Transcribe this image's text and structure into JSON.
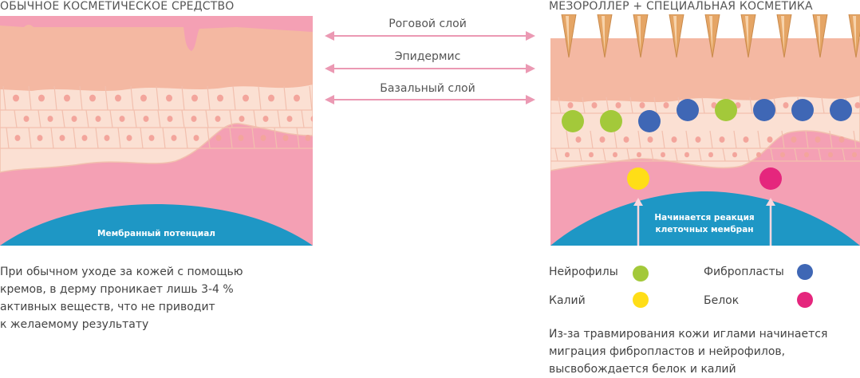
{
  "left": {
    "title": "ОБЫЧНОЕ КОСМЕТИЧЕСКОЕ СРЕДСТВО",
    "membrane_label": "Мембранный потенциал",
    "description": [
      "При обычном уходе за кожей с помощью",
      "кремов, в дерму проникает лишь 3-4 %",
      "активных веществ, что не приводит",
      "к желаемому результату"
    ]
  },
  "right": {
    "title": "МЕЗОРОЛЛЕР + СПЕЦИАЛЬНАЯ КОСМЕТИКА",
    "membrane_label": [
      "Начинается реакция",
      "клеточных мембран"
    ],
    "description": [
      "Из-за травмирования кожи иглами начинается",
      "миграция фибропластов и нейрофилов,",
      "высвобождается белок и калий"
    ]
  },
  "layers": [
    "Роговой слой",
    "Эпидермис",
    "Базальный слой"
  ],
  "legend": [
    {
      "label": "Нейрофилы",
      "color": "#a3c93a"
    },
    {
      "label": "Фибропласты",
      "color": "#3f67b5"
    },
    {
      "label": "Калий",
      "color": "#ffde17"
    },
    {
      "label": "Белок",
      "color": "#e5267d"
    }
  ],
  "colors": {
    "stratum": "#f4b8a2",
    "epidermis": "#fbe0d3",
    "cell_border": "#f2bfae",
    "nucleus": "#f3a59c",
    "dermis": "#f4a0b4",
    "membrane": "#1e97c5",
    "needle": "#e5a565",
    "arrow": "#eb99b3"
  }
}
